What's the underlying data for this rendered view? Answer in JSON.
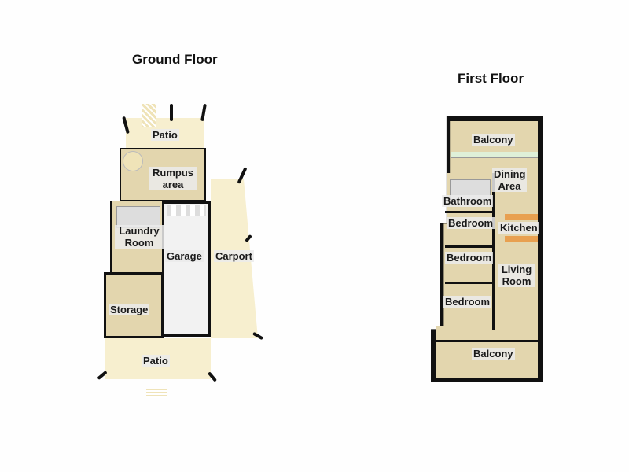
{
  "ground_floor": {
    "title": "Ground Floor",
    "rooms": {
      "patio_top": "Patio",
      "rumpus": "Rumpus area",
      "laundry": "Laundry Room",
      "garage": "Garage",
      "carport": "Carport",
      "storage": "Storage",
      "patio_bottom": "Patio"
    }
  },
  "first_floor": {
    "title": "First Floor",
    "rooms": {
      "balcony_top": "Balcony",
      "dining": "Dining Area",
      "bathroom": "Bathroom",
      "bedroom1": "Bedroom",
      "kitchen": "Kitchen",
      "bedroom2": "Bedroom",
      "living": "Living Room",
      "bedroom3": "Bedroom",
      "balcony_bottom": "Balcony"
    }
  },
  "colors": {
    "floor_tan": "#e3d6ae",
    "floor_cream": "#f7efcf",
    "wall": "#111111",
    "garage": "#f2f2f2"
  }
}
